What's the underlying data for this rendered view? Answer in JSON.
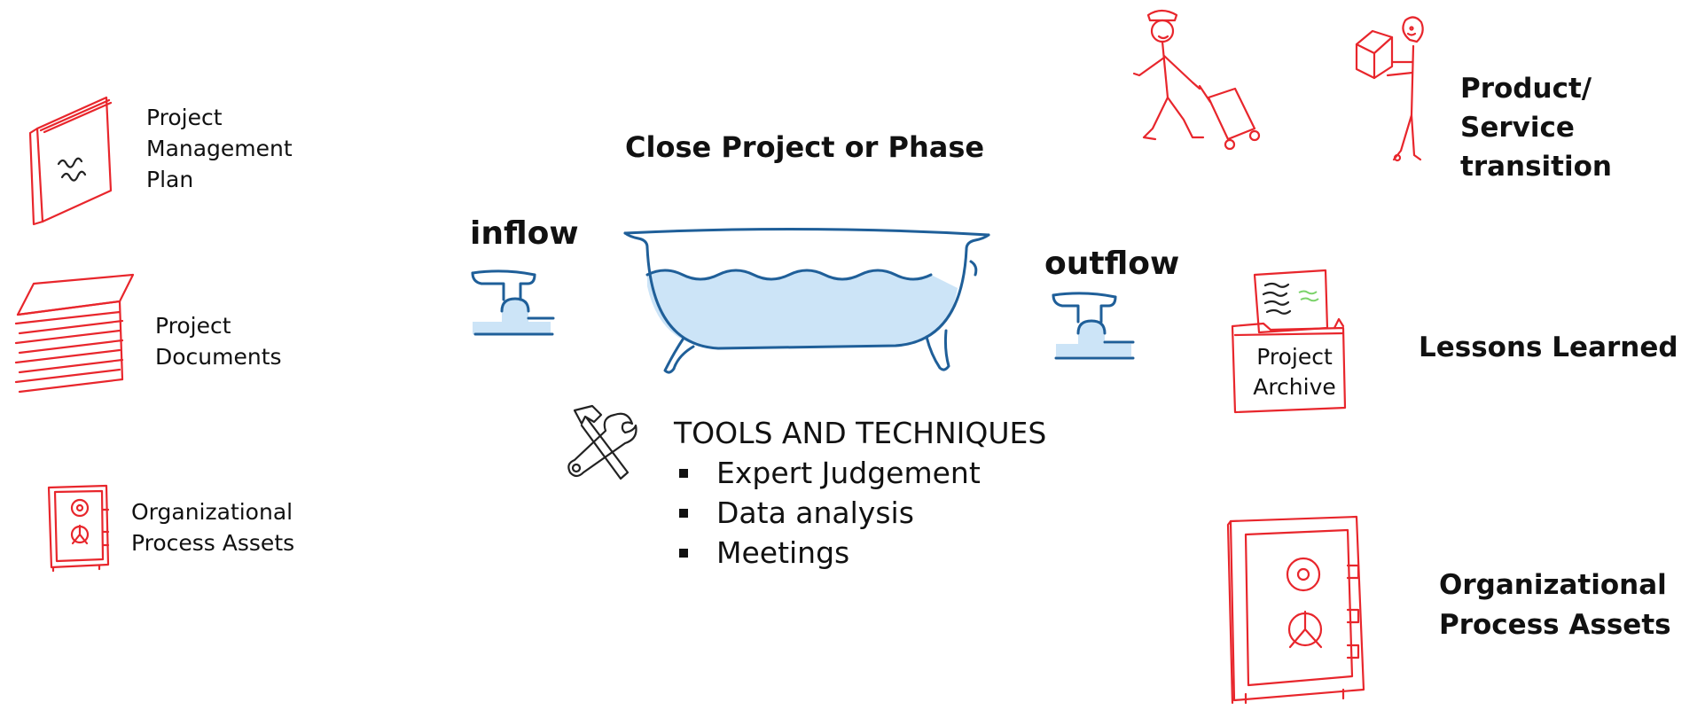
{
  "center": {
    "title": "Close Project or Phase",
    "inflow_label": "inflow",
    "outflow_label": "outflow"
  },
  "inputs": [
    {
      "label_lines": [
        "Project",
        "Management",
        "Plan"
      ],
      "icon": "book-icon"
    },
    {
      "label_lines": [
        "Project",
        "Documents"
      ],
      "icon": "document-stack-icon"
    },
    {
      "label_lines": [
        "Organizational",
        "Process Assets"
      ],
      "icon": "safe-icon"
    }
  ],
  "tools": {
    "heading": "TOOLS AND TECHNIQUES",
    "items": [
      "Expert Judgement",
      "Data analysis",
      "Meetings"
    ],
    "icon": "hammer-wrench-icon"
  },
  "outputs": [
    {
      "label_lines": [
        "Product/ Service",
        "transition"
      ],
      "icon": "people-transition-icon"
    },
    {
      "label_lines": [
        "Lessons Learned"
      ],
      "icon": "project-archive-icon",
      "icon_text_lines": [
        "Project",
        "Archive"
      ]
    },
    {
      "label_lines": [
        "Organizational",
        "Process Assets"
      ],
      "icon": "safe-icon"
    }
  ],
  "colors": {
    "sketch_red": "#e8262c",
    "tub_blue": "#1f5f99",
    "water": "#cce4f7"
  }
}
